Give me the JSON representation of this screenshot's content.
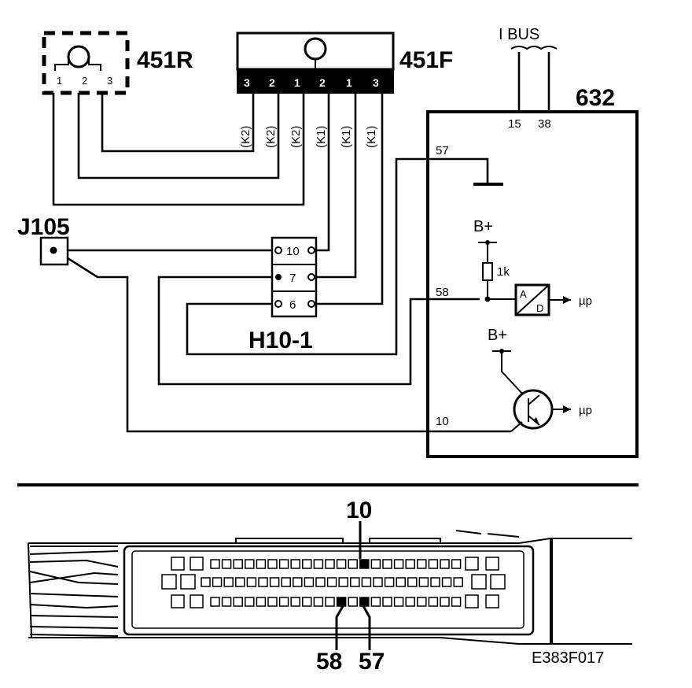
{
  "components": {
    "sensor_r": {
      "label": "451R",
      "pins": [
        "1",
        "2",
        "3"
      ]
    },
    "sensor_f": {
      "label": "451F",
      "pins": [
        "3",
        "2",
        "1",
        "2",
        "1",
        "3"
      ]
    },
    "wire_codes": [
      "(K2)",
      "(K2)",
      "(K2)",
      "(K1)",
      "(K1)",
      "(K1)"
    ],
    "bus": {
      "label": "I BUS",
      "pins": [
        "15",
        "38"
      ]
    },
    "control_unit": {
      "label": "632",
      "pins": {
        "p57": "57",
        "p58": "58",
        "p10": "10"
      }
    },
    "ground_point": {
      "label": "J105"
    },
    "connector": {
      "label": "H10-1",
      "pins": [
        "10",
        "7",
        "6"
      ]
    },
    "supply_1": "B+",
    "supply_2": "B+",
    "resistor": "1k",
    "adc": {
      "a": "A",
      "d": "D"
    },
    "output_1": "µp",
    "output_2": "µp"
  },
  "plug": {
    "callouts": {
      "top": "10",
      "left": "58",
      "right": "57"
    }
  },
  "figure_code": "E383F017"
}
